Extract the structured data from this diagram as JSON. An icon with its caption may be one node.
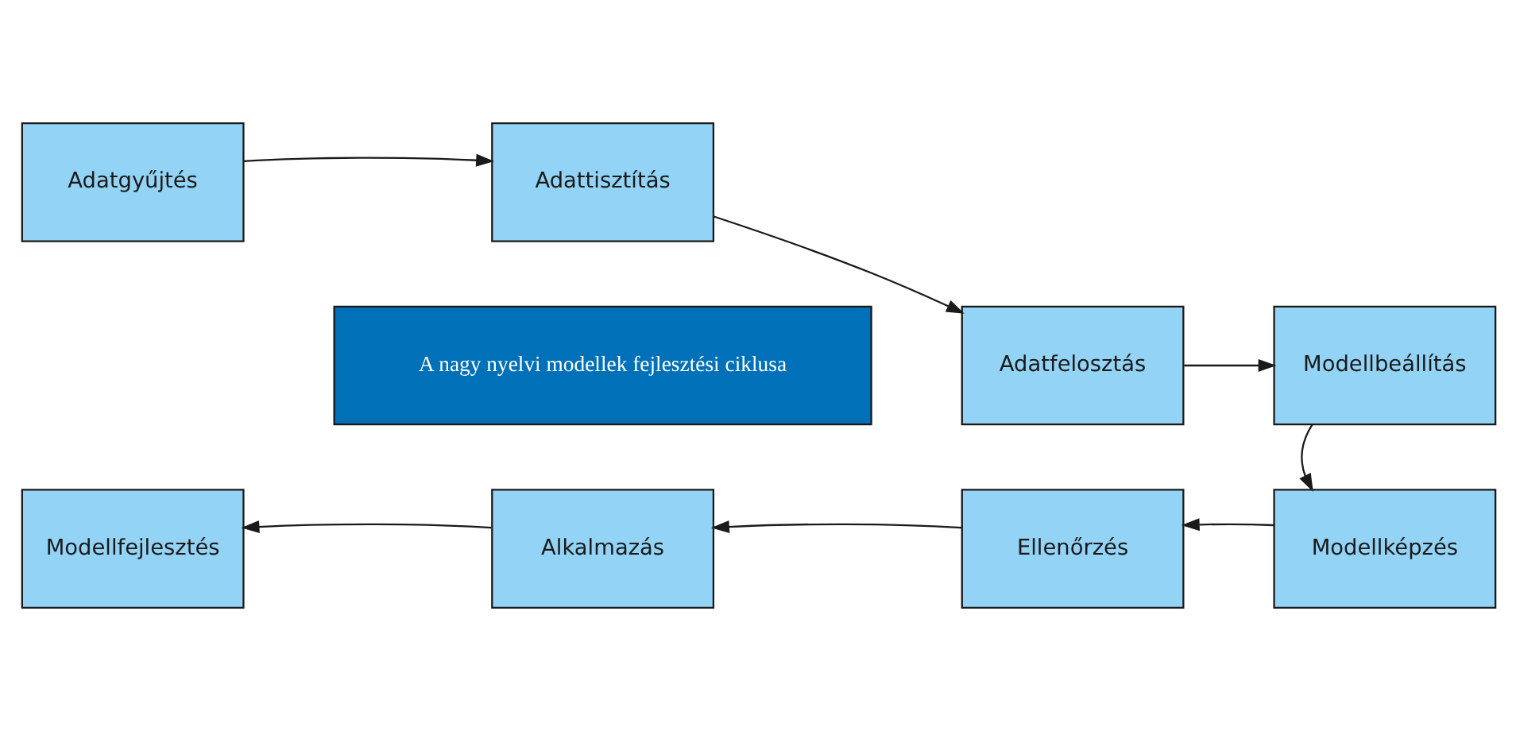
{
  "diagram": {
    "nodes": [
      {
        "text": [
          "Adatgyűjtés"
        ]
      },
      {
        "text": [
          "Adattisztítás"
        ]
      },
      {
        "text": [
          "Adatfelosztás"
        ]
      },
      {
        "text": [
          "Modellbeállítás"
        ]
      },
      {
        "text": [
          "Modellképzés"
        ]
      },
      {
        "text": [
          "Ellenőrzés"
        ]
      },
      {
        "text": [
          "Alkalmazás"
        ]
      },
      {
        "text": [
          "Modellfejlesztés"
        ]
      },
      {
        "text": [
          "A nagy nyelvi modellek fejlesztési ciklusa"
        ]
      }
    ],
    "edges": [
      {
        "from": 0,
        "to": 1,
        "arrow": "to"
      },
      {
        "from": 1,
        "to": 2,
        "arrow": "to"
      },
      {
        "from": 2,
        "to": 3,
        "arrow": "to"
      },
      {
        "from": 3,
        "to": 4,
        "arrow": "to"
      },
      {
        "from": 4,
        "to": 5,
        "arrow": "to"
      },
      {
        "from": 5,
        "to": 6,
        "arrow": "to"
      },
      {
        "from": 6,
        "to": 7,
        "arrow": "to"
      }
    ]
  }
}
